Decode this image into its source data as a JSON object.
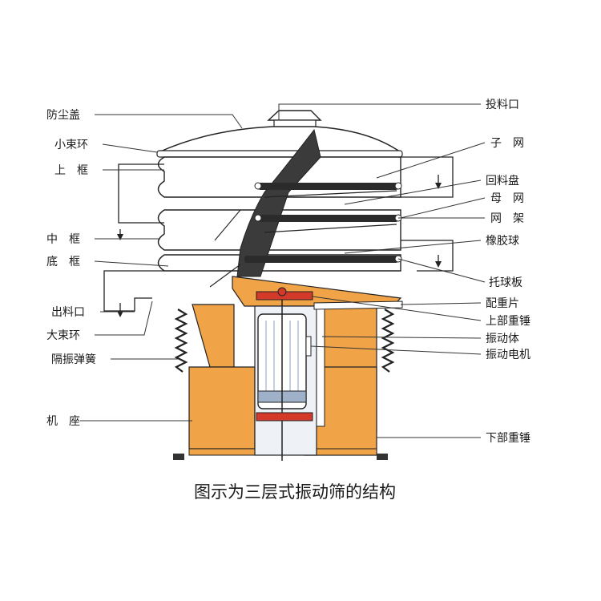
{
  "diagram": {
    "caption": "图示为三层式振动筛的结构",
    "left_labels": [
      "防尘盖",
      "小束环",
      "上　框",
      "中　框",
      "底　框",
      "出料口",
      "大束环",
      "隔振弹簧",
      "机　座"
    ],
    "right_labels": [
      "投料口",
      "子　网",
      "回料盘",
      "母　网",
      "网　架",
      "橡胶球",
      "托球板",
      "配重片",
      "上部重锤",
      "振动体",
      "振动电机",
      "下部重锤"
    ],
    "colors": {
      "body_orange": "#f0a347",
      "shell_dark": "#3b3b3b",
      "mesh_dark": "#2b2b2b",
      "weight_red": "#d33a2a",
      "motor_light": "#eef2f6"
    }
  }
}
